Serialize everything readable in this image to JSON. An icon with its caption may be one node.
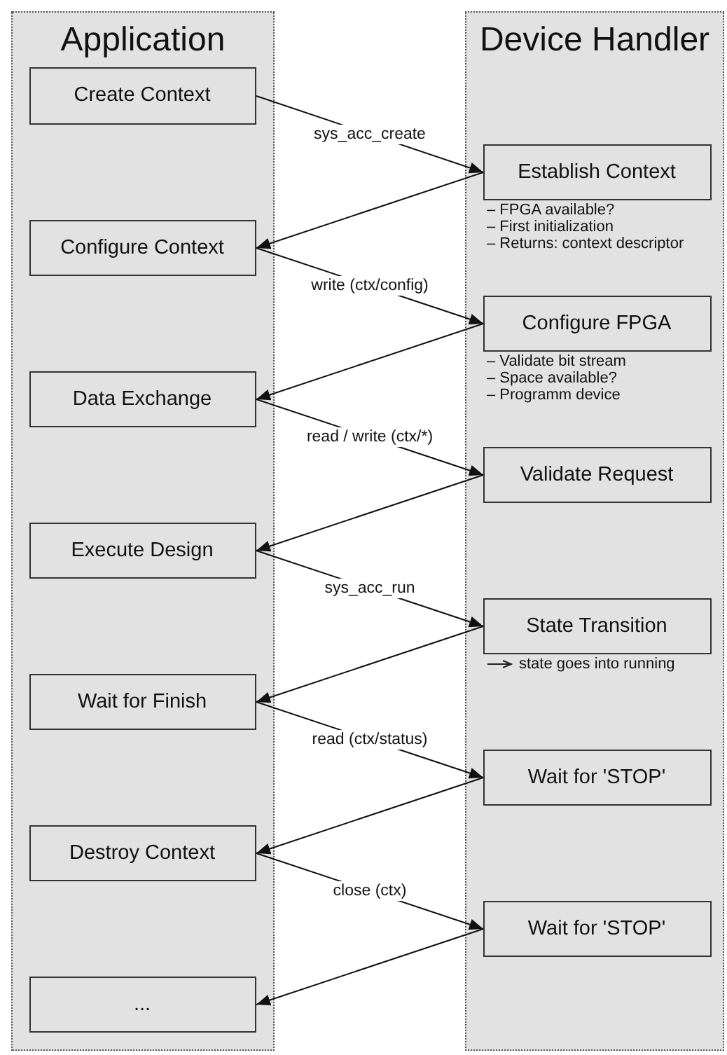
{
  "diagram": {
    "nodes": [
      {
        "text": [
          "Application"
        ]
      },
      {
        "text": [
          "Device Handler"
        ]
      },
      {
        "text": [
          "Create Context"
        ],
        "in": 0
      },
      {
        "text": [
          "Establish Context"
        ],
        "in": 1,
        "beside": [
          "– FPGA available?",
          "– First initialization",
          "– Returns: context descriptor"
        ]
      },
      {
        "text": [
          "Configure Context"
        ],
        "in": 0
      },
      {
        "text": [
          "Configure FPGA"
        ],
        "in": 1,
        "beside": [
          "– Validate bit stream",
          "– Space available?",
          "– Programm device"
        ]
      },
      {
        "text": [
          "Data Exchange"
        ],
        "in": 0
      },
      {
        "text": [
          "Validate Request"
        ],
        "in": 1
      },
      {
        "text": [
          "Execute Design"
        ],
        "in": 0
      },
      {
        "text": [
          "State Transition"
        ],
        "in": 1,
        "beside": [
          "state goes into running"
        ]
      },
      {
        "text": [
          "Wait for Finish"
        ],
        "in": 0
      },
      {
        "text": [
          "Wait for 'STOP'"
        ],
        "in": 1
      },
      {
        "text": [
          "Destroy Context"
        ],
        "in": 0
      },
      {
        "text": [
          "Wait for 'STOP'"
        ],
        "in": 1
      },
      {
        "text": [
          "..."
        ],
        "in": 0
      }
    ],
    "edges": [
      {
        "from": 2,
        "to": 3,
        "arrow": "to",
        "label": "sys_acc_create"
      },
      {
        "from": 3,
        "to": 4,
        "arrow": "to"
      },
      {
        "from": 4,
        "to": 5,
        "arrow": "to",
        "label": "write (ctx/config)"
      },
      {
        "from": 5,
        "to": 6,
        "arrow": "to"
      },
      {
        "from": 6,
        "to": 7,
        "arrow": "to",
        "label": "read / write (ctx/*)"
      },
      {
        "from": 7,
        "to": 8,
        "arrow": "to"
      },
      {
        "from": 8,
        "to": 9,
        "arrow": "to",
        "label": "sys_acc_run"
      },
      {
        "from": 9,
        "to": 10,
        "arrow": "to"
      },
      {
        "from": 10,
        "to": 11,
        "arrow": "to",
        "label": "read (ctx/status)"
      },
      {
        "from": 11,
        "to": 12,
        "arrow": "to"
      },
      {
        "from": 12,
        "to": 13,
        "arrow": "to",
        "label": "close (ctx)"
      },
      {
        "from": 13,
        "to": 14,
        "arrow": "to"
      }
    ]
  }
}
